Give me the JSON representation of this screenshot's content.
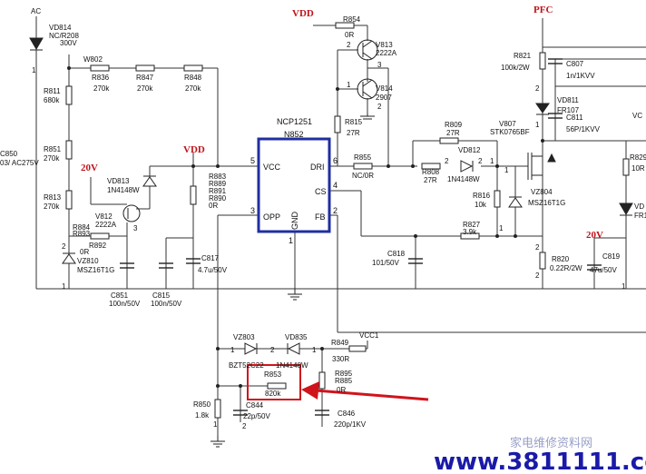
{
  "rails": {
    "ac": "AC",
    "vdd_top": "VDD",
    "vdd_mid": "VDD",
    "pfc": "PFC",
    "v20_left": "20V",
    "v20_right": "20V",
    "vcc1": "VCC1",
    "vcc_cut": "VC"
  },
  "ic": {
    "part": "NCP1251",
    "ref": "N852",
    "pins": {
      "vcc": "VCC",
      "vcc_num": "5",
      "dri": "DRI",
      "dri_num": "6",
      "cs": "CS",
      "cs_num": "4",
      "fb": "FB",
      "fb_num": "2",
      "opp": "OPP",
      "opp_num": "3",
      "gnd": "GND",
      "gnd_num": "1"
    }
  },
  "components": {
    "vd814": [
      "VD814",
      "NC/R208",
      "300V"
    ],
    "w802": "W802",
    "r836": [
      "R836",
      "270k"
    ],
    "r847": [
      "R847",
      "270k"
    ],
    "r848": [
      "R848",
      "270k"
    ],
    "r811": [
      "R811",
      "680k"
    ],
    "r851": [
      "R851",
      "270k"
    ],
    "r813": [
      "R813",
      "270k"
    ],
    "c850": [
      "C850",
      "03/ AC275V"
    ],
    "vd813": [
      "VD813",
      "1N4148W"
    ],
    "v812": [
      "V812",
      "2222A"
    ],
    "r884": [
      "R884",
      "R893",
      "0R"
    ],
    "r892": "R892",
    "vz810": [
      "VZ810",
      "MSZ16T1G"
    ],
    "c851": [
      "C851",
      "100n/50V"
    ],
    "c815": [
      "C815",
      "100n/50V"
    ],
    "r883": [
      "R883",
      "R889",
      "R891",
      "R890",
      "0R"
    ],
    "c817": [
      "C817",
      "4.7u/50V"
    ],
    "r854": [
      "R854",
      "0R"
    ],
    "v813": [
      "V813",
      "2222A"
    ],
    "v814": [
      "V814",
      "2907"
    ],
    "r815": [
      "R815",
      "27R"
    ],
    "r855": [
      "R855",
      "NC/0R"
    ],
    "r809": [
      "R809",
      "27R"
    ],
    "r808": [
      "R808",
      "27R"
    ],
    "vd812": [
      "VD812",
      "1N4148W"
    ],
    "r816": [
      "R816",
      "10k"
    ],
    "r827": [
      "R827",
      "3.9k"
    ],
    "c818": [
      "C818",
      "101/50V"
    ],
    "v807": [
      "V807",
      "STK0765BF"
    ],
    "vz804": [
      "VZ804",
      "MSZ16T1G"
    ],
    "r821": [
      "R821",
      "100k/2W"
    ],
    "c807": [
      "C807",
      "1n/1KVV"
    ],
    "vd811": [
      "VD811",
      "FR107"
    ],
    "c811": [
      "C811",
      "56P/1KVV"
    ],
    "r820": [
      "R820",
      "0.22R/2W"
    ],
    "c819": [
      "C819",
      "47u/50V"
    ],
    "r829": [
      "R829",
      "10R"
    ],
    "vd_right": [
      "VD",
      "FR1"
    ],
    "vz803": [
      "VZ803",
      "BZT52C22"
    ],
    "vd835": [
      "VD835",
      "1N4148W"
    ],
    "r849": [
      "R849",
      "330R"
    ],
    "r853": [
      "R853",
      "820k"
    ],
    "r895": [
      "R895",
      "R885",
      "0R"
    ],
    "r850": [
      "R850",
      "1.8k"
    ],
    "c844": [
      "C844",
      "22p/50V"
    ],
    "c846": [
      "C846",
      "220p/1KV"
    ]
  },
  "pin_numbers": [
    "1",
    "2",
    "3",
    "1",
    "2",
    "3",
    "1",
    "2",
    "1",
    "2",
    "1",
    "2",
    "2",
    "1",
    "1",
    "2",
    "1",
    "2",
    "2",
    "1",
    "1",
    "2",
    "1"
  ],
  "watermark": {
    "url": "www.3811111.com",
    "cn": "家电维修资料网"
  },
  "colors": {
    "ic_border": "#1f2fa0",
    "highlight": "#d0141b",
    "arrow": "#d0141b",
    "wire": "#333333"
  }
}
